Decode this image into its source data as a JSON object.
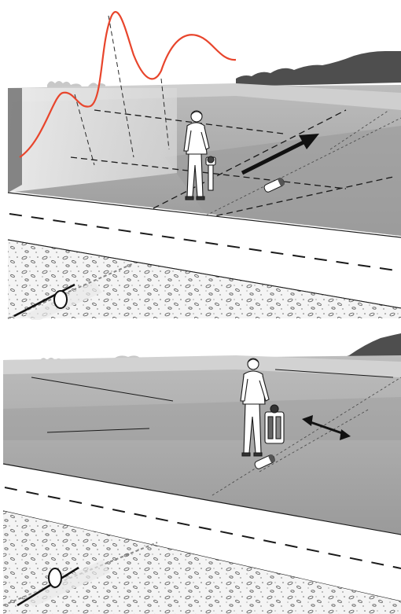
{
  "figure": {
    "panels": [
      {
        "id": "top",
        "scene": "survey-field-with-signal-curve",
        "elements": [
          "signal-curve",
          "technician",
          "locator-device",
          "sonde",
          "direction-arrow",
          "road",
          "buried-pipe"
        ]
      },
      {
        "id": "bottom",
        "scene": "survey-field-sideways-search",
        "elements": [
          "technician",
          "locator-device",
          "sonde",
          "double-arrow",
          "road",
          "buried-pipe"
        ]
      }
    ]
  },
  "colors": {
    "signal_curve": "#e8452c",
    "sky": "#e6e6e6",
    "field": "#a9a9a9",
    "field_dark": "#8c8c8c",
    "road": "#ffffff",
    "ground": "#f2f2f2",
    "ink": "#1a1a1a"
  }
}
